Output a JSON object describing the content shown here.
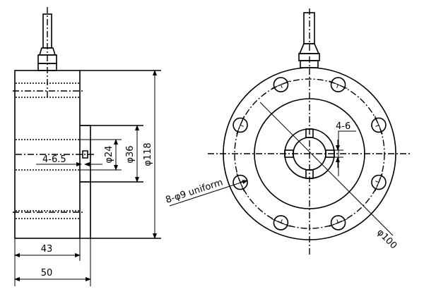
{
  "side_view": {
    "dim_length_body": "43",
    "dim_length_total": "50",
    "dim_hole": "4-6.5",
    "dim_d24": "φ24",
    "dim_d36": "φ36",
    "dim_d118": "φ118"
  },
  "front_view": {
    "dim_slot": "4-6",
    "dim_bolt_circle": "φ100",
    "dim_bolt_holes": "8-φ9 uniform"
  },
  "colors": {
    "line": "#000000",
    "background": "#ffffff"
  }
}
